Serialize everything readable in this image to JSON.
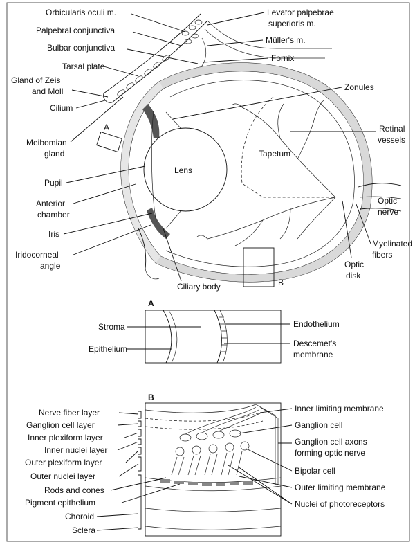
{
  "eye": {
    "labels": {
      "orbicularis": "Orbicularis oculi m.",
      "palpebral": "Palpebral conjunctiva",
      "bulbar": "Bulbar conjunctiva",
      "tarsal": "Tarsal plate",
      "zeis_1": "Gland of Zeis",
      "zeis_2": "and Moll",
      "cilium": "Cilium",
      "meibomian_1": "Meibomian",
      "meibomian_2": "gland",
      "pupil": "Pupil",
      "anterior_1": "Anterior",
      "anterior_2": "chamber",
      "iris": "Iris",
      "iridocorneal_1": "Iridocorneal",
      "iridocorneal_2": "angle",
      "levator_1": "Levator palpebrae",
      "levator_2": "superioris m.",
      "muller": "Müller's m.",
      "fornix": "Fornix",
      "zonules": "Zonules",
      "retinal_1": "Retinal",
      "retinal_2": "vessels",
      "tapetum": "Tapetum",
      "lens": "Lens",
      "optic_nerve_1": "Optic",
      "optic_nerve_2": "nerve",
      "myelinated_1": "Myelinated",
      "myelinated_2": "fibers",
      "optic_disk_1": "Optic",
      "optic_disk_2": "disk",
      "ciliary": "Ciliary body",
      "box_a": "A",
      "box_b": "B"
    }
  },
  "panel_a": {
    "letter": "A",
    "stroma": "Stroma",
    "epithelium": "Epithelium",
    "endothelium": "Endothelium",
    "descemet_1": "Descemet's",
    "descemet_2": "membrane"
  },
  "panel_b": {
    "letter": "B",
    "left": [
      "Nerve fiber layer",
      "Ganglion cell layer",
      "Inner plexiform layer",
      "Inner nuclei layer",
      "Outer plexiform layer",
      "Outer nuclei layer",
      "Rods and cones",
      "Pigment epithelium",
      "Choroid",
      "Sclera"
    ],
    "right": {
      "inner_limiting": "Inner limiting membrane",
      "ganglion_cell": "Ganglion cell",
      "axons_1": "Ganglion cell axons",
      "axons_2": "forming optic nerve",
      "bipolar": "Bipolar cell",
      "outer_limiting": "Outer limiting membrane",
      "nuclei": "Nuclei of photoreceptors"
    }
  }
}
